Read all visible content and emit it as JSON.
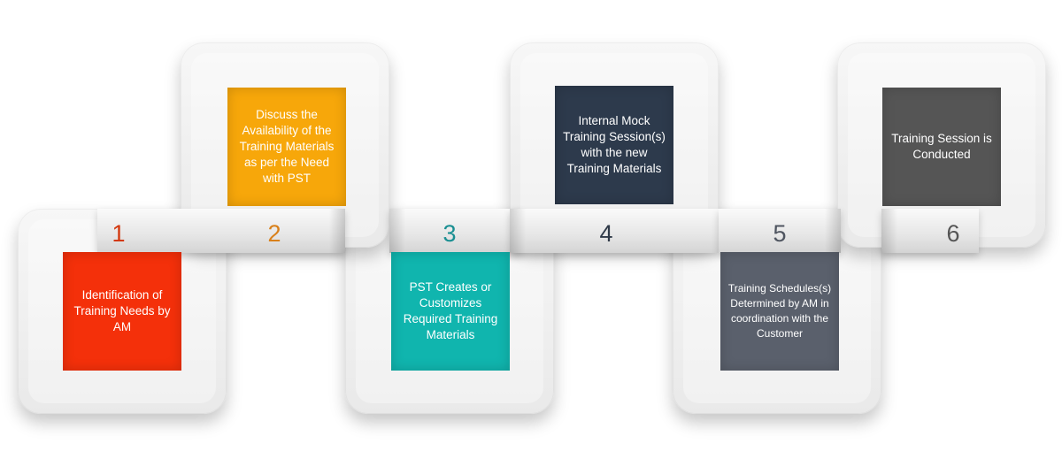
{
  "steps": [
    {
      "number": "1",
      "text": "Identification of Training Needs by AM",
      "color": "#f4300a",
      "number_color": "#d3380e"
    },
    {
      "number": "2",
      "text": "Discuss the Availability of the Training Materials as per the Need with PST",
      "color": "#f7a70a",
      "number_color": "#d9801a"
    },
    {
      "number": "3",
      "text": "PST Creates or Customizes Required Training Materials",
      "color": "#10b5ae",
      "number_color": "#1a8f92"
    },
    {
      "number": "4",
      "text": "Internal Mock Training Session(s) with the new Training Materials",
      "color": "#2d3a4c",
      "number_color": "#2f3a48"
    },
    {
      "number": "5",
      "text": "Training Schedules(s) Determined by AM in coordination with the Customer",
      "color": "#5a606c",
      "number_color": "#4f5560"
    },
    {
      "number": "6",
      "text": "Training Session is Conducted",
      "color": "#555555",
      "number_color": "#555555"
    }
  ]
}
